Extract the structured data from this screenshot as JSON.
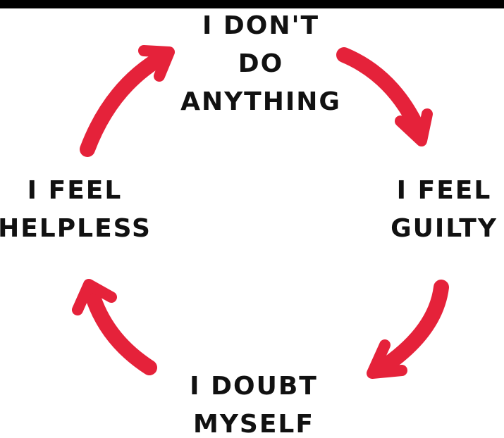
{
  "diagram": {
    "arrow_color": "#e5223a",
    "text_color": "#111111",
    "steps": [
      {
        "id": "top",
        "lines": [
          "I DON'T",
          "DO",
          "ANYTHING"
        ]
      },
      {
        "id": "right",
        "lines": [
          "I FEEL",
          "GUILTY"
        ]
      },
      {
        "id": "bottom",
        "lines": [
          "I DOUBT",
          "MYSELF"
        ]
      },
      {
        "id": "left",
        "lines": [
          "I FEEL",
          "HELPLESS"
        ]
      }
    ]
  }
}
